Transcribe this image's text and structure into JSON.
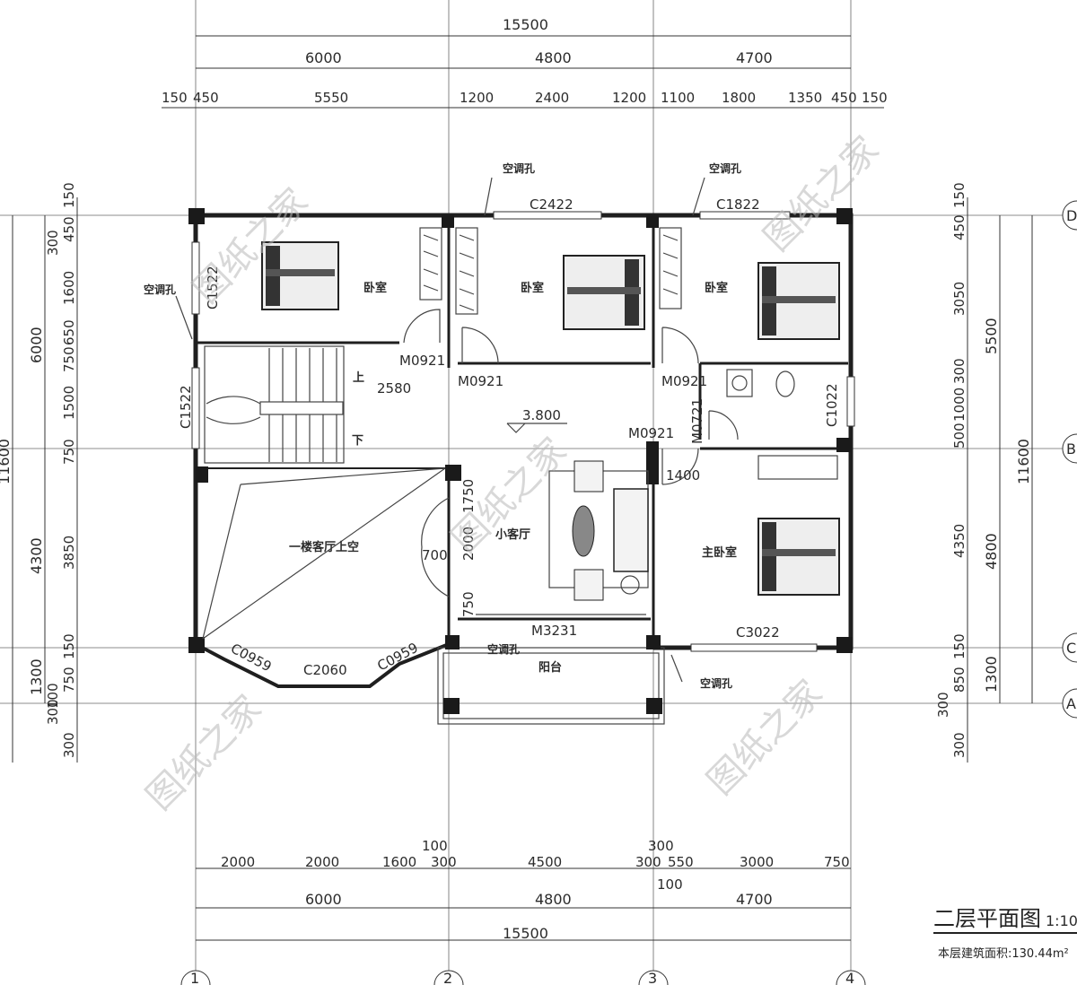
{
  "drawing": {
    "title": "二层平面图",
    "scale": "1:10",
    "area_note": "本层建筑面积:130.44m²",
    "watermark": "图纸之家",
    "elevation": "3.800"
  },
  "dims_top": {
    "total": "15500",
    "bays": [
      "6000",
      "4800",
      "4700"
    ],
    "detail": [
      "150",
      "450",
      "5550",
      "1200",
      "2400",
      "1200",
      "1100",
      "1800",
      "1350",
      "450",
      "150"
    ]
  },
  "dims_bottom": {
    "detail": [
      "2000",
      "2000",
      "1600",
      "100",
      "300",
      "4500",
      "300",
      "300",
      "550",
      "100",
      "3000",
      "750"
    ],
    "bays": [
      "6000",
      "4800",
      "4700"
    ],
    "total": "15500"
  },
  "dims_left": {
    "total": "11600",
    "bays": [
      "6000",
      "4300",
      "1300"
    ],
    "detail": [
      "150",
      "300",
      "450",
      "1600",
      "650",
      "750",
      "1500",
      "750",
      "3850",
      "150",
      "750",
      "100",
      "300",
      "300"
    ]
  },
  "dims_right": {
    "total": "11600",
    "bays": [
      "5500",
      "4800",
      "1300"
    ],
    "detail": [
      "150",
      "450",
      "3050",
      "300",
      "1000",
      "500",
      "4350",
      "150",
      "850",
      "300",
      "300"
    ]
  },
  "rooms": {
    "bedroom_1": "卧室",
    "bedroom_2": "卧室",
    "bedroom_3": "卧室",
    "master": "主卧室",
    "void": "一楼客厅上空",
    "small_living": "小客厅",
    "balcony": "阳台"
  },
  "openings": {
    "c2422": "C2422",
    "c1822": "C1822",
    "c1522a": "C1522",
    "c1522b": "C1522",
    "c1022": "C1022",
    "c3022": "C3022",
    "c0959a": "C0959",
    "c0959b": "C0959",
    "c2060": "C2060",
    "m0921a": "M0921",
    "m0921b": "M0921",
    "m0921c": "M0921",
    "m0921d": "M0921",
    "m0721": "M0721",
    "m3231": "M3231"
  },
  "ac_holes": [
    "空调孔",
    "空调孔",
    "空调孔",
    "空调孔",
    "空调孔"
  ],
  "misc": {
    "up": "上",
    "down": "下",
    "stair_len": "2580",
    "d1400": "1400",
    "d1750": "1750",
    "d2000": "2000",
    "d700": "700",
    "d750": "750"
  },
  "axes": {
    "bottom": [
      "1",
      "2",
      "3",
      "4"
    ],
    "right": [
      "D",
      "B",
      "C",
      "A"
    ]
  }
}
